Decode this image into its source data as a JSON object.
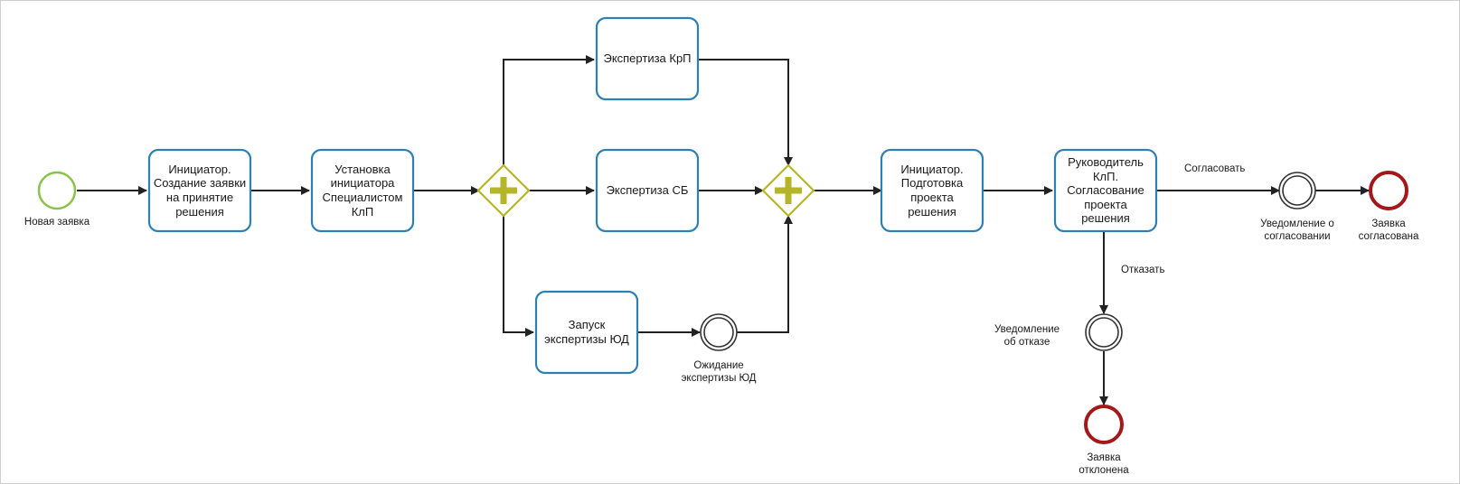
{
  "colors": {
    "task_border": "#2e7fb3",
    "flow": "#222222",
    "gateway": "#b5b52a",
    "start_event": "#8bc34a",
    "end_event": "#a31818",
    "intermediate_event": "#333333"
  },
  "tasks": {
    "initiator_create": "Инициатор. Создание заявки на принятие решения",
    "set_initiator": "Установка инициатора Специалистом КлП",
    "expertise_krp": "Экспертиза КрП",
    "expertise_sb": "Экспертиза СБ",
    "launch_yud": "Запуск экспертизы ЮД",
    "initiator_prepare": "Инициатор. Подготовка проекта решения",
    "manager_approve": "Руководитель КлП. Согласование проекта решения"
  },
  "events": {
    "start": "Новая заявка",
    "wait_yud": "Ожидание экспертизы ЮД",
    "notify_approved": "Уведомление о согласовании",
    "notify_rejected": "Уведомление об отказе",
    "end_approved": "Заявка согласована",
    "end_rejected": "Заявка отклонена"
  },
  "flows": {
    "approve": "Согласовать",
    "reject": "Отказать"
  }
}
